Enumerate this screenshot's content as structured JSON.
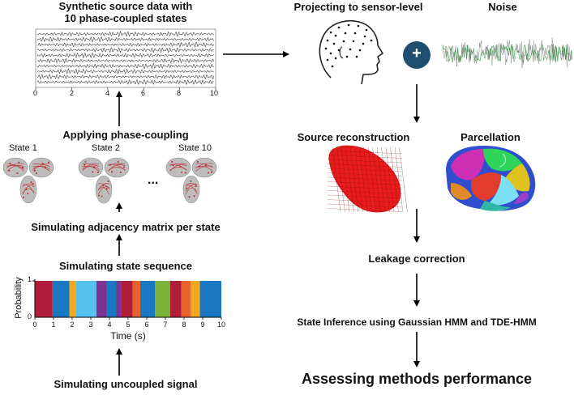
{
  "left": {
    "synthetic_title_line1": "Synthetic source data with",
    "synthetic_title_line2": "10 phase-coupled states",
    "synthetic_ticks": [
      "0",
      "2",
      "4",
      "6",
      "8",
      "10"
    ],
    "phase_coupling_title": "Applying phase-coupling",
    "state_labels": [
      "State 1",
      "State 2",
      "State 10"
    ],
    "ellipsis": "...",
    "adjacency_title": "Simulating adjacency matrix per state",
    "sequence_title": "Simulating state sequence",
    "sequence_ylabel": "Probability",
    "sequence_y_ticks": [
      "0",
      "1"
    ],
    "sequence_x_ticks": [
      "0",
      "1",
      "2",
      "3",
      "4",
      "5",
      "6",
      "7",
      "8",
      "9",
      "10"
    ],
    "sequence_xlabel": "Time (s)",
    "uncoupled_title": "Simulating uncoupled signal"
  },
  "right": {
    "projecting_title": "Projecting to sensor-level",
    "plus_symbol": "+",
    "noise_title": "Noise",
    "source_recon_title": "Source reconstruction",
    "parcellation_title": "Parcellation",
    "leakage_title": "Leakage correction",
    "state_inference_title": "State Inference using  Gaussian HMM and TDE-HMM",
    "assessing_title": "Assessing methods performance"
  },
  "state_sequence": {
    "segments": [
      {
        "start": 0.0,
        "end": 0.95,
        "color": "#b01e3c"
      },
      {
        "start": 0.95,
        "end": 1.85,
        "color": "#1a78c2"
      },
      {
        "start": 1.85,
        "end": 2.2,
        "color": "#f2a81d"
      },
      {
        "start": 2.2,
        "end": 3.3,
        "color": "#56c2f0"
      },
      {
        "start": 3.3,
        "end": 3.85,
        "color": "#7b3394"
      },
      {
        "start": 3.85,
        "end": 4.35,
        "color": "#1a78c2"
      },
      {
        "start": 4.35,
        "end": 4.65,
        "color": "#7b3394"
      },
      {
        "start": 4.65,
        "end": 5.25,
        "color": "#b01e3c"
      },
      {
        "start": 5.25,
        "end": 5.65,
        "color": "#e8622c"
      },
      {
        "start": 5.65,
        "end": 6.45,
        "color": "#1a78c2"
      },
      {
        "start": 6.45,
        "end": 7.25,
        "color": "#7db339"
      },
      {
        "start": 7.25,
        "end": 7.85,
        "color": "#b01e3c"
      },
      {
        "start": 7.85,
        "end": 8.35,
        "color": "#e8622c"
      },
      {
        "start": 8.35,
        "end": 8.85,
        "color": "#f2a81d"
      },
      {
        "start": 8.85,
        "end": 10.0,
        "color": "#1a78c2"
      }
    ]
  },
  "colors": {
    "plus_circle": "#1f4e6e",
    "source_recon_red": "#e81c1c",
    "noise_green": "#2f8a3e",
    "brain_gray": "#bdbdbd",
    "network_red": "#c0282c"
  },
  "icons": {
    "head": "head-sensor-icon",
    "plus": "plus-icon",
    "brain": "brain-icon"
  }
}
